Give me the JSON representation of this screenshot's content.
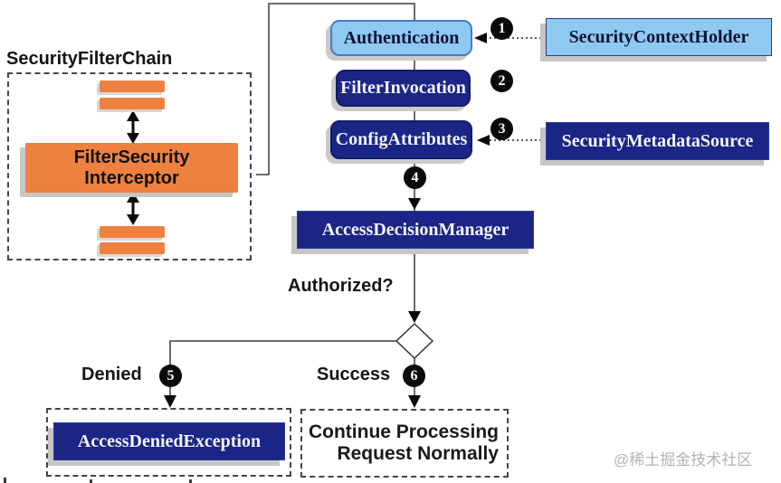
{
  "diagram": {
    "title": "SecurityFilterChain",
    "filter_chain": {
      "interceptor": {
        "line1": "FilterSecurity",
        "line2": "Interceptor"
      }
    },
    "nodes": {
      "authentication": "Authentication",
      "security_context_holder": "SecurityContextHolder",
      "filter_invocation": "FilterInvocation",
      "config_attributes": "ConfigAttributes",
      "security_metadata_source": "SecurityMetadataSource",
      "access_decision_manager": "AccessDecisionManager",
      "access_denied_exception": "AccessDeniedException",
      "continue_processing": {
        "line1": "Continue Processing",
        "line2": "Request Normally"
      }
    },
    "steps": {
      "n1": "1",
      "n2": "2",
      "n3": "3",
      "n4": "4",
      "n5": "5",
      "n6": "6"
    },
    "labels": {
      "authorized": "Authorized?",
      "denied": "Denied",
      "success": "Success"
    },
    "watermark": "@稀土掘金技术社区",
    "colors": {
      "orange": "#EE8140",
      "navy": "#1B2585",
      "light_blue": "#8FC9F2",
      "light_blue_border": "#4B79C9",
      "box_shadow": "#C6C6C6",
      "line": "#3B3B3B",
      "watermark_gray": "#B3B3B3"
    }
  }
}
